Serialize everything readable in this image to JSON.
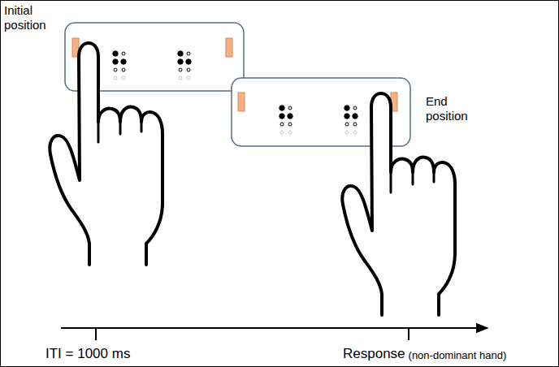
{
  "diagram": {
    "labels": [
      "Initial position",
      "End position",
      "ITI = 1000 ms",
      "Response",
      "(non-dominant hand)"
    ]
  }
}
